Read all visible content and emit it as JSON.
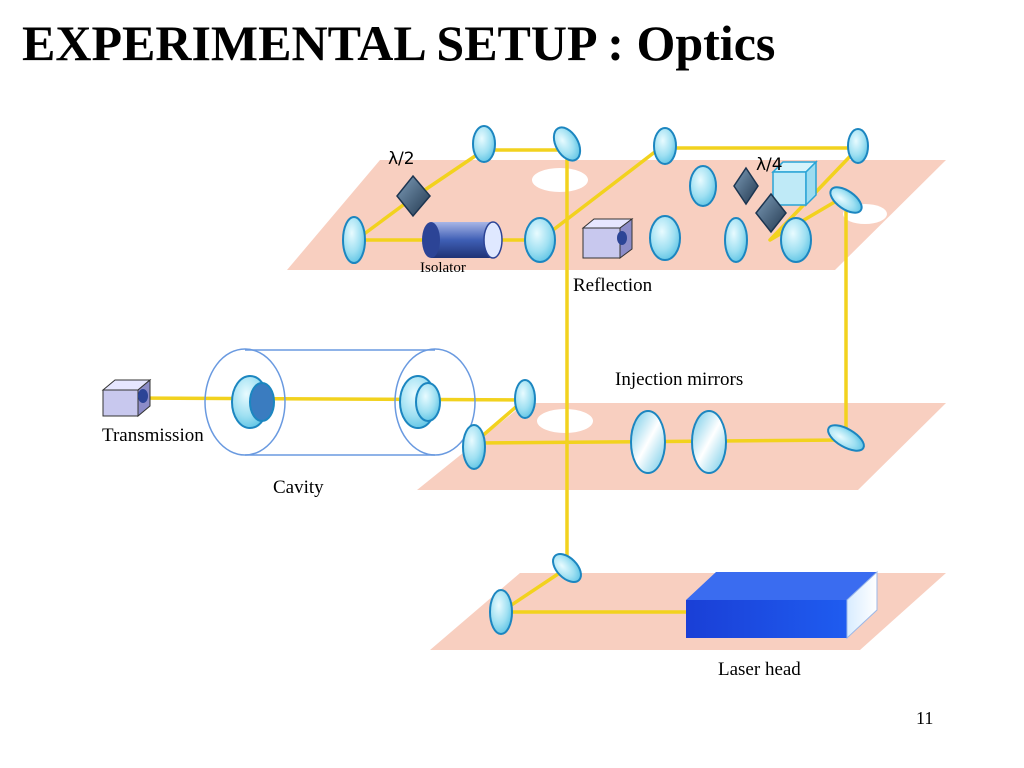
{
  "slide": {
    "title": "EXPERIMENTAL SETUP : Optics",
    "page_number": "11"
  },
  "labels": {
    "half_wave_plate": "λ/2",
    "quarter_wave_plate": "λ/4",
    "isolator": "Isolator",
    "reflection": "Reflection",
    "injection_mirrors": "Injection mirrors",
    "transmission": "Transmission",
    "cavity": "Cavity",
    "laser_head": "Laser head"
  },
  "colors": {
    "table": "#f8cfc0",
    "beam": "#f2d21e",
    "optic": "#aee6f3",
    "optic_edge": "#1c86c0",
    "laser_head": "#1646d6",
    "detector": "#c8c8ee",
    "waveplate": "#3c5a78"
  }
}
